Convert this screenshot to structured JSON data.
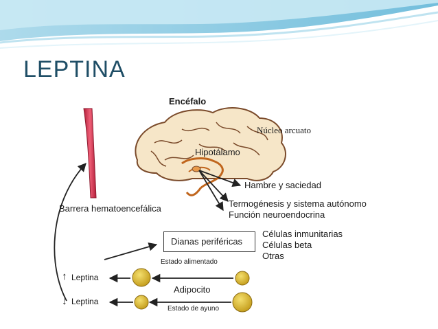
{
  "slide": {
    "title": "LEPTINA"
  },
  "diagram": {
    "brain_label": "Encéfalo",
    "arcuate_label": "Núcleo arcuato",
    "hypothalamus_label": "Hipotálamo",
    "output_hunger": "Hambre y saciedad",
    "output_thermo": "Termogénesis y sistema autónomo",
    "output_neuro": "Función neuroendocrina",
    "barrier_label": "Barrera hematoencefálica",
    "targets_label": "Dianas periféricas",
    "target_immune": "Células inmunitarias",
    "target_beta": "Células beta",
    "target_other": "Otras",
    "fed_state": "Estado alimentado",
    "fasting_state": "Estado de ayuno",
    "adipocyte_label": "Adipocito",
    "leptin_up_label": "Leptina",
    "leptin_down_label": "Leptina",
    "leptin_up_arrow": "↑",
    "leptin_down_arrow": "↓"
  },
  "colors": {
    "title": "#1f4e66",
    "brain_fill": "#f6e6c8",
    "brain_stroke": "#7a4a2a",
    "barrier": "#d62f4c",
    "adipocyte": "#d9b62c"
  }
}
